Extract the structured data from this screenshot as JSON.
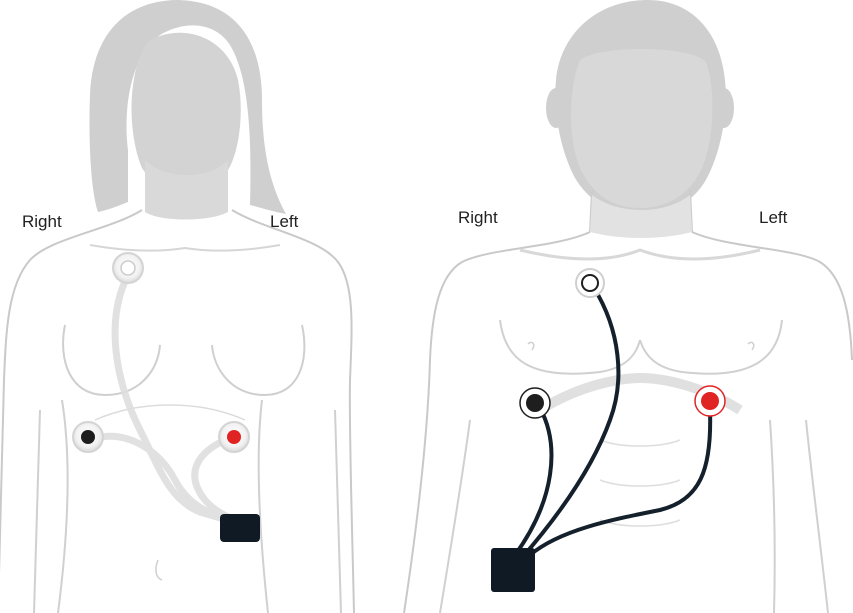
{
  "panels": {
    "female": {
      "label_right": "Right",
      "label_left": "Left"
    },
    "male": {
      "label_right": "Right",
      "label_left": "Left"
    }
  },
  "colors": {
    "silhouette": "#cfcfcf",
    "outline": "#c9c9c9",
    "electrode_white": "#ffffff",
    "electrode_black": "#1e1e1e",
    "electrode_red": "#e02424",
    "cable_faded": "#dedede",
    "cable_dark": "#14202b",
    "monitor": "#101a24"
  },
  "electrodes": {
    "female": [
      "white-electrode",
      "black-electrode",
      "red-electrode"
    ],
    "male": [
      "white-electrode",
      "black-electrode",
      "red-electrode"
    ]
  }
}
